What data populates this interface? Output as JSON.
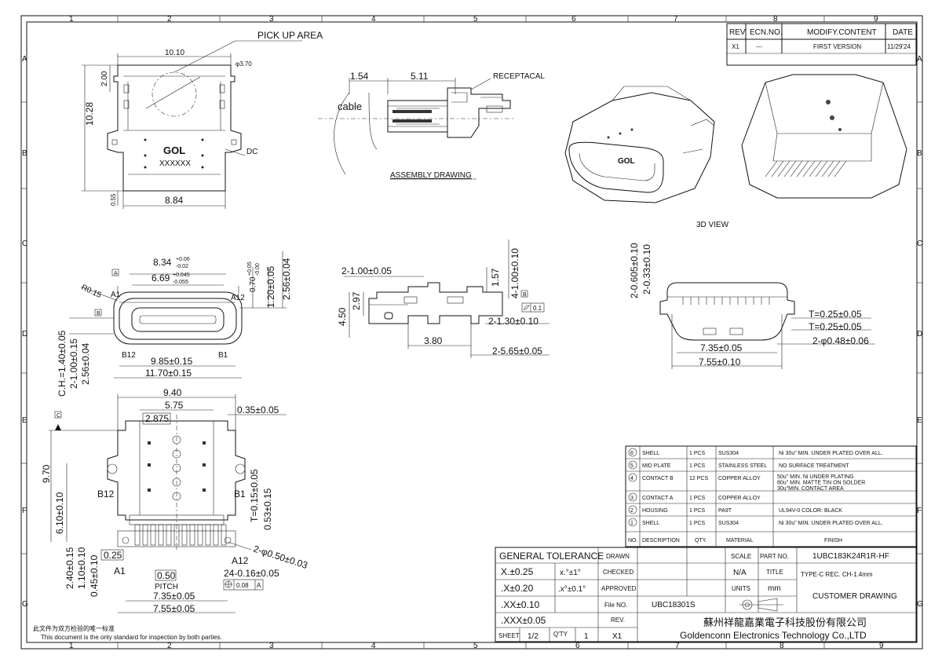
{
  "border": {
    "columns": [
      "1",
      "2",
      "3",
      "4",
      "5",
      "6",
      "7",
      "8",
      "9"
    ],
    "rows": [
      "A",
      "B",
      "C",
      "D",
      "E",
      "F",
      "G"
    ]
  },
  "revision": {
    "headers": [
      "REV.",
      "ECN.NO.",
      "MODIFY.CONTENT",
      "DATE"
    ],
    "row": [
      "X1",
      "---",
      "FIRST VERSION",
      "11/29'24"
    ]
  },
  "views": {
    "top": {
      "label_pickup": "PICK UP AREA",
      "d_top": "10.10",
      "d_hole": "φ3.70",
      "d_left": "2.00",
      "d_height": "10.28",
      "logo": "GOL",
      "marking": "XXXXXX",
      "label_dc": "DC",
      "d_bottom_small": "0.55",
      "d_bottom": "8.84"
    },
    "assembly": {
      "d1": "1.54",
      "d2": "5.11",
      "label_cable": "cable",
      "label_receptacle": "RECEPTACAL",
      "title": "ASSEMBLY DRAWING"
    },
    "view3d": {
      "title": "3D VIEW"
    },
    "front": {
      "d_834": "8.34",
      "tol_834_up": "+0.06",
      "tol_834_dn": "-0.02",
      "d_669": "6.69",
      "tol_669_up": "+0.045",
      "tol_669_dn": "-0.055",
      "r015": "R0.15",
      "a1": "A1",
      "a12": "A12",
      "d_070": "0.70",
      "tol_070_up": "+0.05",
      "tol_070_dn": "-0.00",
      "d_120": "1.20±0.05",
      "d_256a": "2.56±0.04",
      "datum_a": "A",
      "datum_b": "B",
      "b12": "B12",
      "b1": "B1",
      "d_985": "9.85±0.15",
      "d_1170": "11.70±0.15",
      "d_ch": "C.H.=1.40±0.05",
      "d_2100": "2-1.00±0.15",
      "d_256b": "2.56±0.04"
    },
    "side": {
      "d_2100": "2-1.00±0.05",
      "d_157": "1.57",
      "d_4100": "4-1.00±0.10",
      "d_297": "2.97",
      "d_450": "4.50",
      "flat": "0.1",
      "datum_b": "B",
      "d_2130": "2-1.30±0.10",
      "d_380": "3.80",
      "d_2565": "2-5.65±0.05"
    },
    "rear": {
      "d_0605": "2-0.605±0.10",
      "d_033": "2-0.33±0.10",
      "t1": "T=0.25±0.05",
      "t2": "T=0.25±0.05",
      "d_048": "2-φ0.48±0.06",
      "d_735": "7.35±0.05",
      "d_755": "7.55±0.10"
    },
    "footprint": {
      "d_940": "9.40",
      "d_575": "5.75",
      "d_2875": "2.875",
      "d_035": "0.35±0.05",
      "datum_c": "C",
      "d_970": "9.70",
      "d_610": "6.10±0.10",
      "b12": "B12",
      "b1": "B1",
      "d_t015": "T=0.15±0.05",
      "d_053": "0.53±0.15",
      "d_240": "2.40±0.15",
      "d_110": "1.10±0.10",
      "d_045": "0.45±0.10",
      "d_025": "0.25",
      "a1": "A1",
      "a12": "A12",
      "d_050": "2-φ0.50±0.03",
      "d_24": "24-0.16±0.05",
      "d_pitch": "0.50",
      "pitch": "PITCH",
      "pos": "0.08",
      "pos_datum": "A",
      "d_735": "7.35±0.05",
      "d_755": "7.55±0.05"
    }
  },
  "bom": [
    {
      "no": "6",
      "name": "SHELL",
      "qty": "1 PCS",
      "material": "SUS304",
      "finish": [
        "Ni 30u\" MIN. UNDER PLATED OVER ALL."
      ]
    },
    {
      "no": "5",
      "name": "MID PLATE",
      "qty": "1 PCS",
      "material": "STAINLESS STEEL",
      "finish": [
        "NO SURFACE TREATMENT"
      ]
    },
    {
      "no": "4",
      "name": "CONTACT B",
      "qty": "12 PCS",
      "material": "COPPER ALLOY",
      "finish": [
        "50u\" MIN. Ni UNDER PLATING",
        "80u\" MIN. MATTE TIN ON SOLDER",
        "30u\"MIN.  CONTACT AREA"
      ]
    },
    {
      "no": "3",
      "name": "CONTACT A",
      "qty": "1 PCS",
      "material": "COPPER ALLOY",
      "finish": []
    },
    {
      "no": "2",
      "name": "HOUSING",
      "qty": "1 PCS",
      "material": "PA9T",
      "finish": [
        "UL94V-0   COLOR: BLACK"
      ]
    },
    {
      "no": "1",
      "name": "SHELL",
      "qty": "1 PCS",
      "material": "SUS304",
      "finish": [
        "Ni 30u\" MIN. UNDER PLATED OVER ALL."
      ]
    }
  ],
  "bom_headers": [
    "NO.",
    "DESCRIPTION",
    "QTY.",
    "MATERIAL",
    "FINISH"
  ],
  "title_block": {
    "tol_title": "GENERAL  TOLERANCE",
    "tol": [
      "X.±0.25",
      ".X±0.20",
      ".XX±0.10",
      ".XXX±0.05"
    ],
    "ang": [
      "x.°±1°",
      ".x°±0.1°"
    ],
    "drawn": "DRAWN",
    "checked": "CHECKED",
    "approved": "APPROVED",
    "file_label": "File NO.",
    "file_no": "UBC18301S",
    "rev_label": "REV.",
    "scale": "SCALE",
    "scale_val": "N/A",
    "units": "UNITS",
    "units_val": "mm",
    "part_label": "PART NO.",
    "part_no": "1UBC183K24R1R-HF",
    "title_label": "TITLE",
    "title_val": "TYPE-C REC. CH-1.4mm",
    "customer": "CUSTOMER DRAWING",
    "company_cn": "蘇州祥龍嘉業電子科技股份有限公司",
    "company_en": "Goldenconn  Electronics  Technology  Co.,LTD",
    "sheet_label": "SHEET",
    "sheet": "1/2",
    "qty_label": "Q'TY",
    "qty": "1",
    "rev": "X1"
  },
  "notes": {
    "cn": "此文件为双方检验的唯一标准",
    "en": "This document is the only standard for inspection by both parties."
  }
}
